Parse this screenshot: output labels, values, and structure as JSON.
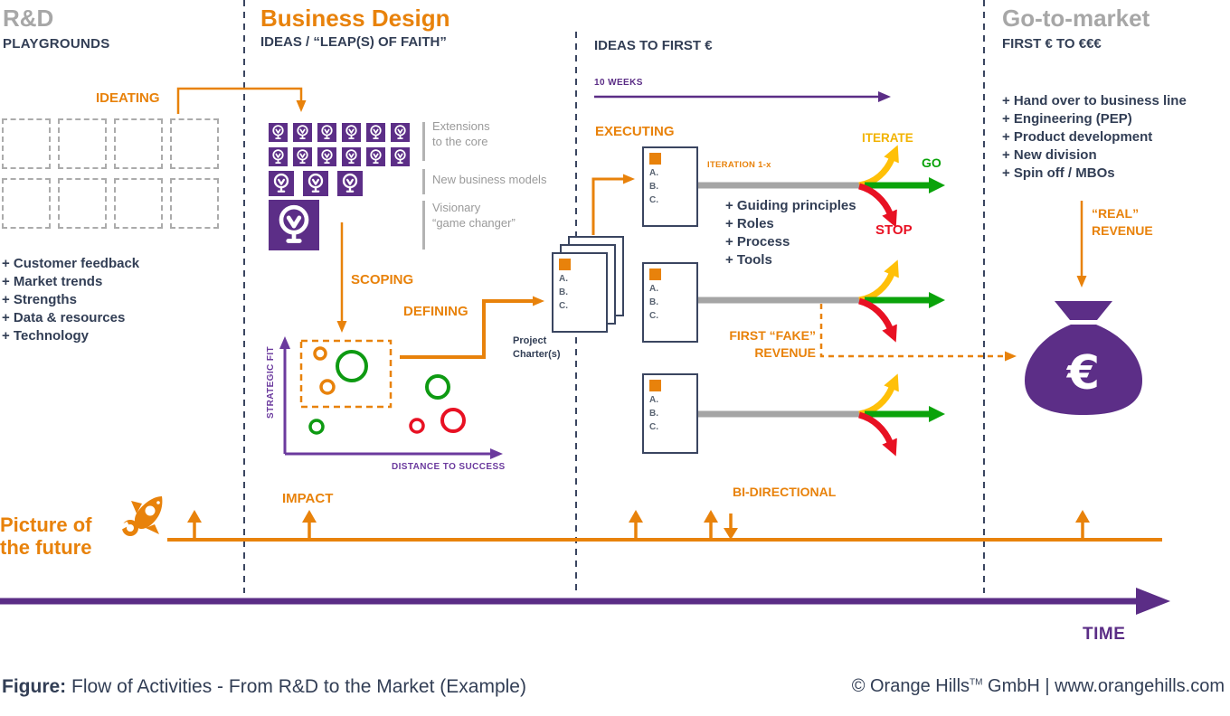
{
  "rnd": {
    "title": "R&D",
    "subtitle": "PLAYGROUNDS",
    "ideating_label": "IDEATING",
    "inputs": [
      "+ Customer feedback",
      "+ Market trends",
      "+ Strengths",
      "+ Data & resources",
      "+ Technology"
    ]
  },
  "business_design": {
    "title": "Business Design",
    "subtitle": "IDEAS / “LEAP(S) OF FAITH”",
    "idea_levels": [
      "Extensions\nto the core",
      "New business models",
      "Visionary\n“game changer”"
    ],
    "scoping_label": "SCOPING",
    "defining_label": "DEFINING",
    "impact_label": "IMPACT",
    "scatter": {
      "y_axis": "STRATEGIC FIT",
      "x_axis": "DISTANCE TO SUCCESS"
    }
  },
  "project_charter": {
    "label": "Project\nCharter(s)",
    "letters": [
      "A.",
      "B.",
      "C."
    ]
  },
  "ideas_to_first_euro": {
    "title": "IDEAS TO FIRST €",
    "timeline_label": "10 WEEKS",
    "executing_label": "EXECUTING",
    "iteration_label": "ITERATION 1-x",
    "principles": [
      "+ Guiding principles",
      "+ Roles",
      "+ Process",
      "+ Tools"
    ],
    "iterate_label": "ITERATE",
    "go_label": "GO",
    "stop_label": "STOP",
    "fake_revenue_label": "FIRST “FAKE”\nREVENUE",
    "bidirectional_label": "BI-DIRECTIONAL"
  },
  "go_to_market": {
    "title": "Go-to-market",
    "subtitle": "FIRST € TO €€€",
    "items": [
      "+ Hand over to business line",
      "+ Engineering (PEP)",
      "+ Product development",
      "+ New division",
      "+ Spin off / MBOs"
    ],
    "real_revenue_label": "“REAL”\nREVENUE",
    "money_bag_symbol": "€"
  },
  "footer": {
    "picture_of_future": "Picture of\nthe future",
    "time_label": "TIME",
    "caption_label": "Figure:",
    "caption_text": " Flow of Activities - From R&D to the Market (Example)",
    "copyright_name": "© Orange Hills",
    "copyright_tm": "TM",
    "copyright_rest": " GmbH | www.orangehills.com"
  },
  "colors": {
    "orange": "#E8820B",
    "purple": "#5B2D86",
    "navy": "#323E55",
    "yellow": "#FFC008",
    "green": "#0AA30A",
    "red": "#E81123"
  }
}
